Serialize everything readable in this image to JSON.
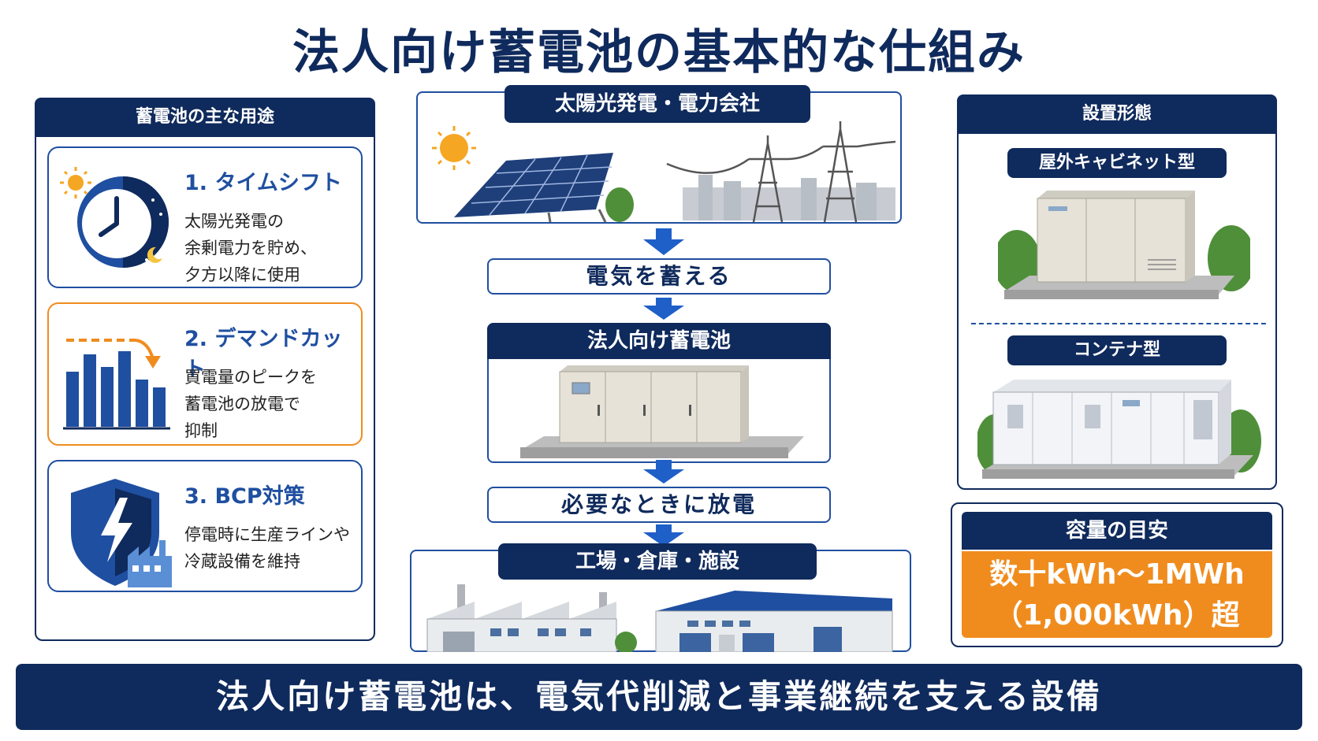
{
  "title": "法人向け蓄電池の基本的な仕組み",
  "uses": {
    "header": "蓄電池の主な用途",
    "items": [
      {
        "title": "1. タイムシフト",
        "lines": [
          "太陽光発電の",
          "余剰電力を貯め、",
          "夕方以降に使用"
        ]
      },
      {
        "title": "2. デマンドカット",
        "lines": [
          "買電量のピークを",
          "蓄電池の放電で",
          "抑制"
        ]
      },
      {
        "title": "3. BCP対策",
        "lines": [
          "停電時に生産ラインや",
          "冷蔵設備を維持"
        ]
      }
    ]
  },
  "flow": {
    "source": "太陽光発電・電力会社",
    "store": "電気を蓄える",
    "battery": "法人向け蓄電池",
    "discharge": "必要なときに放電",
    "destination": "工場・倉庫・施設"
  },
  "install": {
    "header": "設置形態",
    "types": [
      "屋外キャビネット型",
      "コンテナ型"
    ]
  },
  "capacity": {
    "header": "容量の目安",
    "line1": "数十kWh〜1MWh",
    "line2": "（1,000kWh）超"
  },
  "footer": "法人向け蓄電池は、電気代削減と事業継続を支える設備",
  "colors": {
    "navy": "#0f2a5c",
    "blue": "#1f4fa0",
    "orange": "#f08c1e"
  }
}
